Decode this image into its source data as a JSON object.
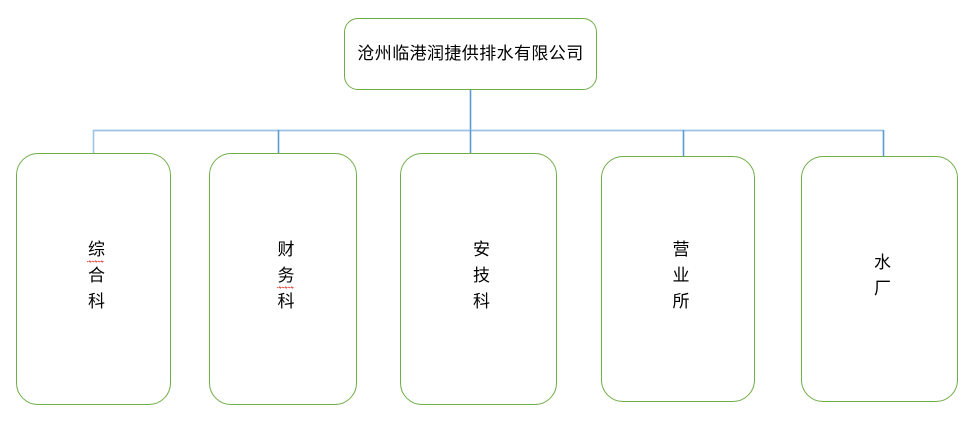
{
  "diagram": {
    "title_text": "沧州临港润捷供排水有限公司",
    "type": "organization-chart",
    "orientation": "top-down",
    "colors": {
      "node_border": "#70AD47",
      "node_fill": "#FFFFFF",
      "connector": "#9DC3E6",
      "connector_stem": "#5B9BD5",
      "text": "#000000",
      "spellcheck_underline": "#E03C31",
      "canvas_background": "#FFFFFF"
    },
    "root": {
      "id": "root",
      "label": "沧州临港润捷供排水有限公司",
      "shape": "rounded-rectangle",
      "text_direction": "horizontal"
    },
    "children": [
      {
        "id": "dept-1",
        "label": "综合科",
        "shape": "rounded-rectangle",
        "text_direction": "vertical",
        "spellcheck_underline_index": 0
      },
      {
        "id": "dept-2",
        "label": "财务科",
        "shape": "rounded-rectangle",
        "text_direction": "vertical",
        "spellcheck_underline_index": 1
      },
      {
        "id": "dept-3",
        "label": "安技科",
        "shape": "rounded-rectangle",
        "text_direction": "vertical",
        "spellcheck_underline_index": null
      },
      {
        "id": "dept-4",
        "label": "营业所",
        "shape": "rounded-rectangle",
        "text_direction": "vertical",
        "spellcheck_underline_index": null
      },
      {
        "id": "dept-5",
        "label": "水厂",
        "shape": "rounded-rectangle",
        "text_direction": "vertical",
        "spellcheck_underline_index": null
      }
    ]
  }
}
